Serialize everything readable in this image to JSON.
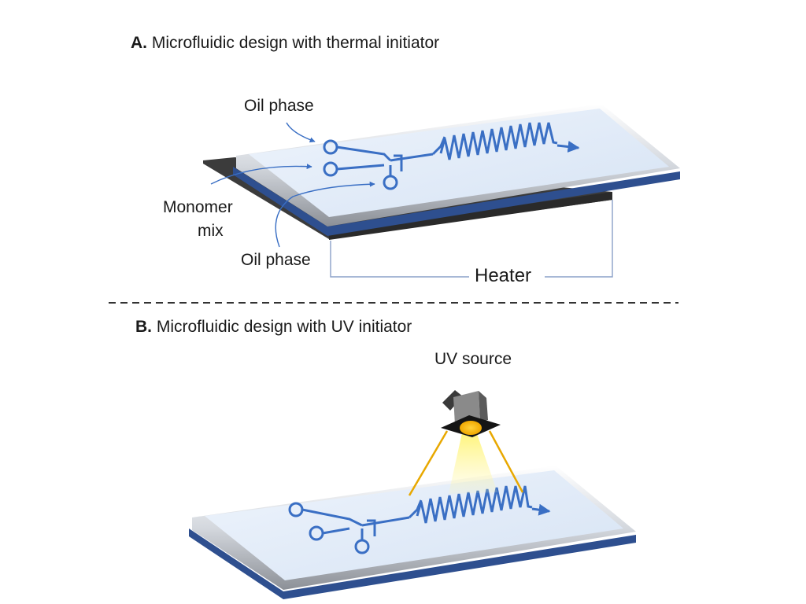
{
  "panel_a": {
    "prefix": "A.",
    "title": "Microfluidic design with thermal initiator",
    "labels": {
      "oil_phase_top": "Oil phase",
      "monomer_line1": "Monomer",
      "monomer_line2": "mix",
      "oil_phase_bottom": "Oil phase",
      "heater": "Heater"
    }
  },
  "panel_b": {
    "prefix": "B.",
    "title": "Microfluidic design with UV initiator",
    "labels": {
      "uv_source": "UV source"
    }
  },
  "colors": {
    "chip_surface": "#dde8f6",
    "chip_edge": "#2e4f8f",
    "channel": "#3a6fc4",
    "heater": "#3a3a3a",
    "uv_light": "#ffe600",
    "uv_beam": "#e8a800"
  }
}
